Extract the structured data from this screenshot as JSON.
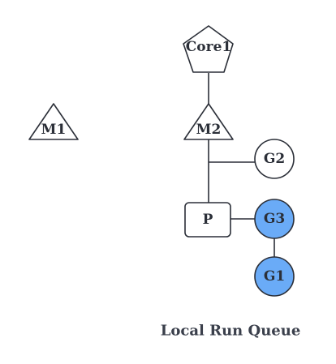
{
  "diagram": {
    "nodes": {
      "core1": {
        "label": "Core1",
        "shape": "pentagon",
        "fill": "#ffffff"
      },
      "m1": {
        "label": "M1",
        "shape": "triangle",
        "fill": "#ffffff"
      },
      "m2": {
        "label": "M2",
        "shape": "triangle",
        "fill": "#ffffff"
      },
      "g2": {
        "label": "G2",
        "shape": "circle",
        "fill": "#ffffff"
      },
      "p": {
        "label": "P",
        "shape": "rounded-rect",
        "fill": "#ffffff"
      },
      "g3": {
        "label": "G3",
        "shape": "circle",
        "fill": "#6aabf7"
      },
      "g1": {
        "label": "G1",
        "shape": "circle",
        "fill": "#6aabf7"
      }
    },
    "edges": [
      {
        "from": "core1",
        "to": "m2"
      },
      {
        "from": "m2",
        "to": "p"
      },
      {
        "from": "m2",
        "to": "g2"
      },
      {
        "from": "p",
        "to": "g3"
      },
      {
        "from": "g3",
        "to": "g1"
      }
    ],
    "caption": "Local Run Queue"
  }
}
